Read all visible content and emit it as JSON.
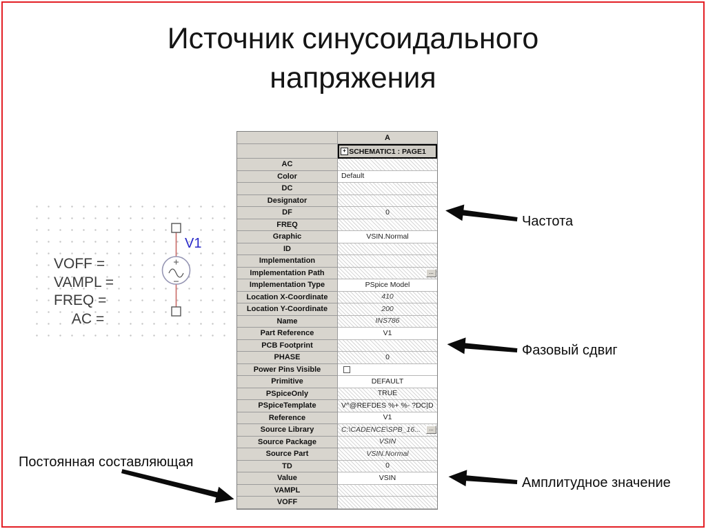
{
  "slide": {
    "title_line1": "Источник синусоидального",
    "title_line2": "напряжения"
  },
  "colors": {
    "frame-red": "#e31e24",
    "refdes-blue": "#2929c8"
  },
  "schematic": {
    "refdes": "V1",
    "params": [
      "VOFF =",
      "VAMPL =",
      "FREQ =",
      "AC ="
    ]
  },
  "property_editor": {
    "column_header": "A",
    "sheet_header": "SCHEMATIC1 : PAGE1",
    "rows": [
      {
        "label": "AC",
        "value": "",
        "hatched": true
      },
      {
        "label": "Color",
        "value": "Default",
        "align": "left"
      },
      {
        "label": "DC",
        "value": "",
        "hatched": true
      },
      {
        "label": "Designator",
        "value": "",
        "hatched": true
      },
      {
        "label": "DF",
        "value": "0",
        "hatched": true
      },
      {
        "label": "FREQ",
        "value": "",
        "hatched": true
      },
      {
        "label": "Graphic",
        "value": "VSIN.Normal"
      },
      {
        "label": "ID",
        "value": "",
        "hatched": true
      },
      {
        "label": "Implementation",
        "value": "",
        "hatched": true
      },
      {
        "label": "Implementation Path",
        "value": "",
        "hatched": true,
        "button": true
      },
      {
        "label": "Implementation Type",
        "value": "PSpice Model"
      },
      {
        "label": "Location X-Coordinate",
        "value": "410",
        "hatched": true,
        "italic": true
      },
      {
        "label": "Location Y-Coordinate",
        "value": "200",
        "hatched": true,
        "italic": true
      },
      {
        "label": "Name",
        "value": "INS786",
        "hatched": true,
        "italic": true
      },
      {
        "label": "Part Reference",
        "value": "V1"
      },
      {
        "label": "PCB Footprint",
        "value": "",
        "hatched": true
      },
      {
        "label": "PHASE",
        "value": "0",
        "hatched": true
      },
      {
        "label": "Power Pins Visible",
        "value": "",
        "checkbox": true
      },
      {
        "label": "Primitive",
        "value": "DEFAULT"
      },
      {
        "label": "PSpiceOnly",
        "value": "TRUE",
        "hatched": true
      },
      {
        "label": "PSpiceTemplate",
        "value": "V^@REFDES %+ %- ?DC|D",
        "hatched": true,
        "align": "left"
      },
      {
        "label": "Reference",
        "value": "V1"
      },
      {
        "label": "Source Library",
        "value": "C:\\CADENCE\\SPB_16...",
        "hatched": true,
        "italic": true,
        "button": true,
        "align": "left"
      },
      {
        "label": "Source Package",
        "value": "VSIN",
        "hatched": true,
        "italic": true
      },
      {
        "label": "Source Part",
        "value": "VSIN.Normal",
        "hatched": true,
        "italic": true
      },
      {
        "label": "TD",
        "value": "0",
        "hatched": true
      },
      {
        "label": "Value",
        "value": "VSIN"
      },
      {
        "label": "VAMPL",
        "value": "",
        "hatched": true
      },
      {
        "label": "VOFF",
        "value": "",
        "hatched": true
      }
    ]
  },
  "annotations": {
    "frequency": "Частота",
    "phase": "Фазовый сдвиг",
    "dc_component": "Постоянная составляющая",
    "amplitude": "Амплитудное значение"
  }
}
